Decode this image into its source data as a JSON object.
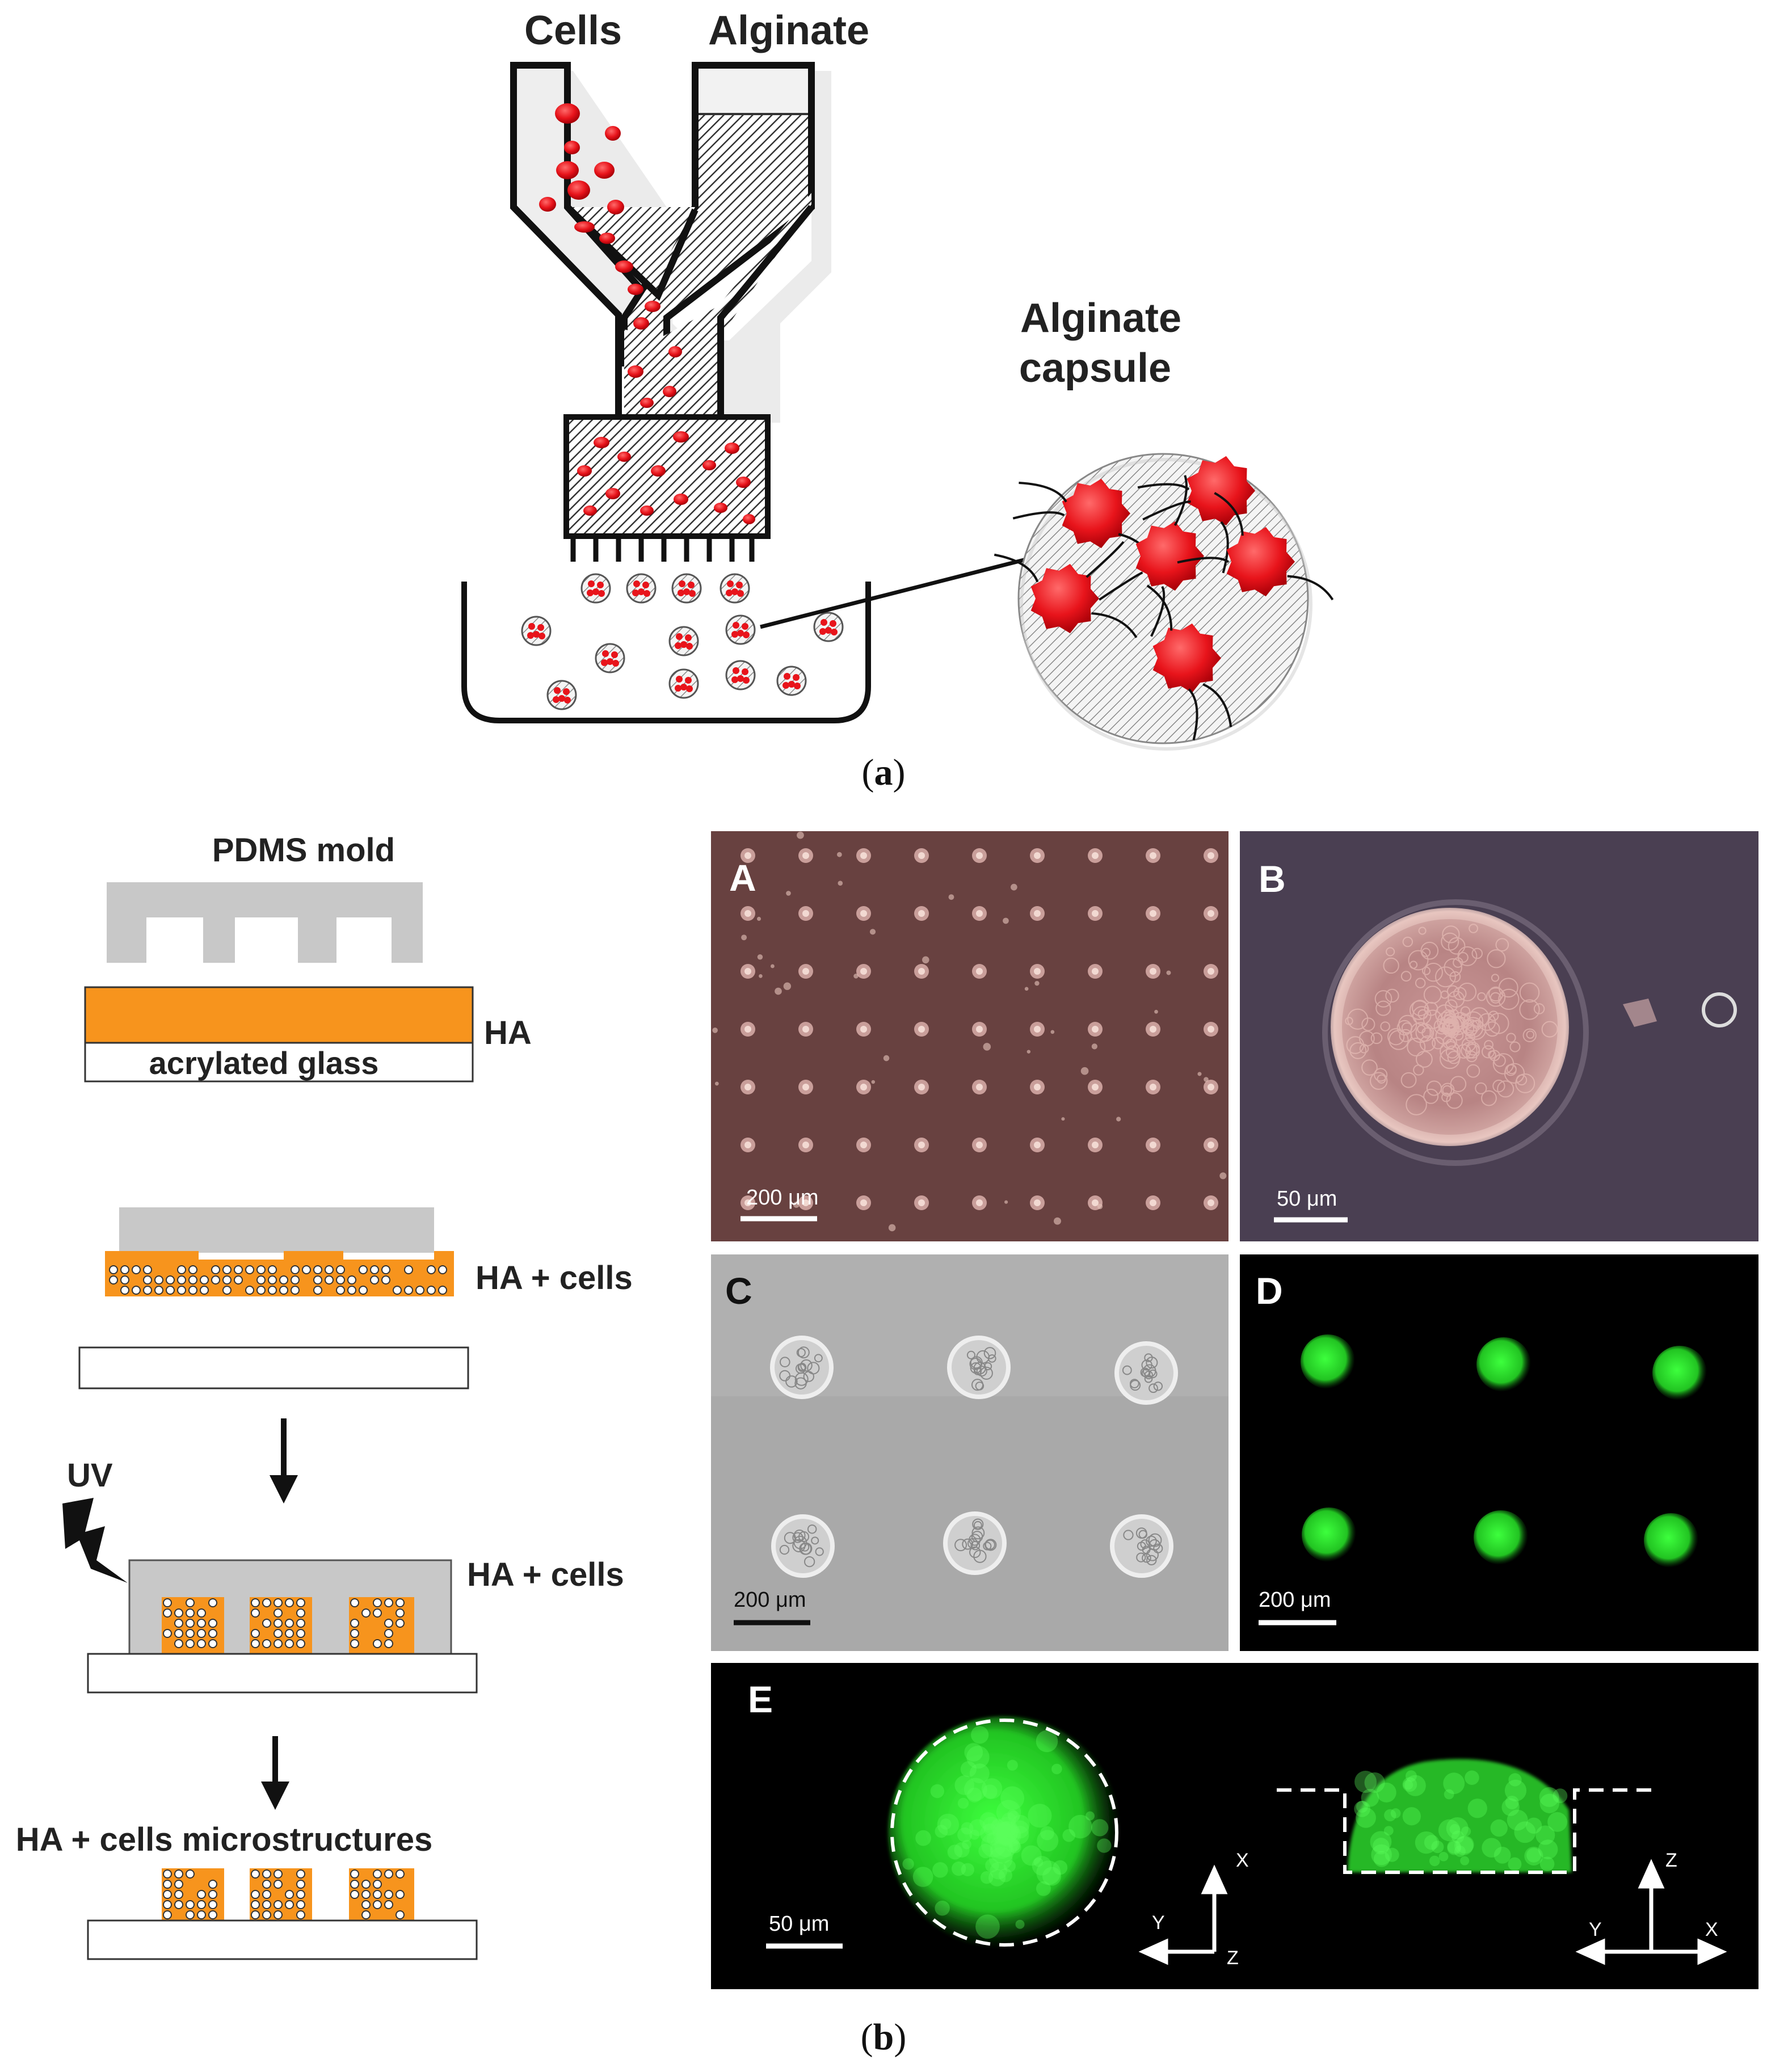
{
  "panel_a": {
    "label_cells": "Cells",
    "label_alginate": "Alginate",
    "label_capsule_line1": "Alginate",
    "label_capsule_line2": "capsule",
    "caption_open": "(",
    "caption_letter": "a",
    "caption_close": ")"
  },
  "panel_b": {
    "label_pdms": "PDMS mold",
    "label_ha": "HA",
    "label_acrylated": "acrylated glass",
    "label_ha_cells_1": "HA + cells",
    "label_uv": "UV",
    "label_ha_cells_2": "HA + cells",
    "label_microstructures": "HA + cells microstructures",
    "caption_open": "(",
    "caption_letter": "b",
    "caption_close": ")"
  },
  "micrographs": {
    "A": {
      "letter": "A",
      "scale": "200 μm"
    },
    "B": {
      "letter": "B",
      "scale": "50 μm"
    },
    "C": {
      "letter": "C",
      "scale": "200 μm"
    },
    "D": {
      "letter": "D",
      "scale": "200 μm"
    },
    "E": {
      "letter": "E",
      "scale": "50 μm"
    },
    "E_axes_left": {
      "x": "X",
      "y": "Y",
      "z": "Z"
    },
    "E_axes_right": {
      "x": "X",
      "y": "Y",
      "z": "Z"
    }
  },
  "colors": {
    "cell_red": "#e8141b",
    "ha_orange": "#f7941d",
    "mold_gray": "#c8c8c8",
    "fluor_green": "#2bd12b",
    "panelA_bg": "#5e3d3d",
    "panelB_bg": "#4a3f52",
    "panelC_bg": "#a9a9a9"
  }
}
